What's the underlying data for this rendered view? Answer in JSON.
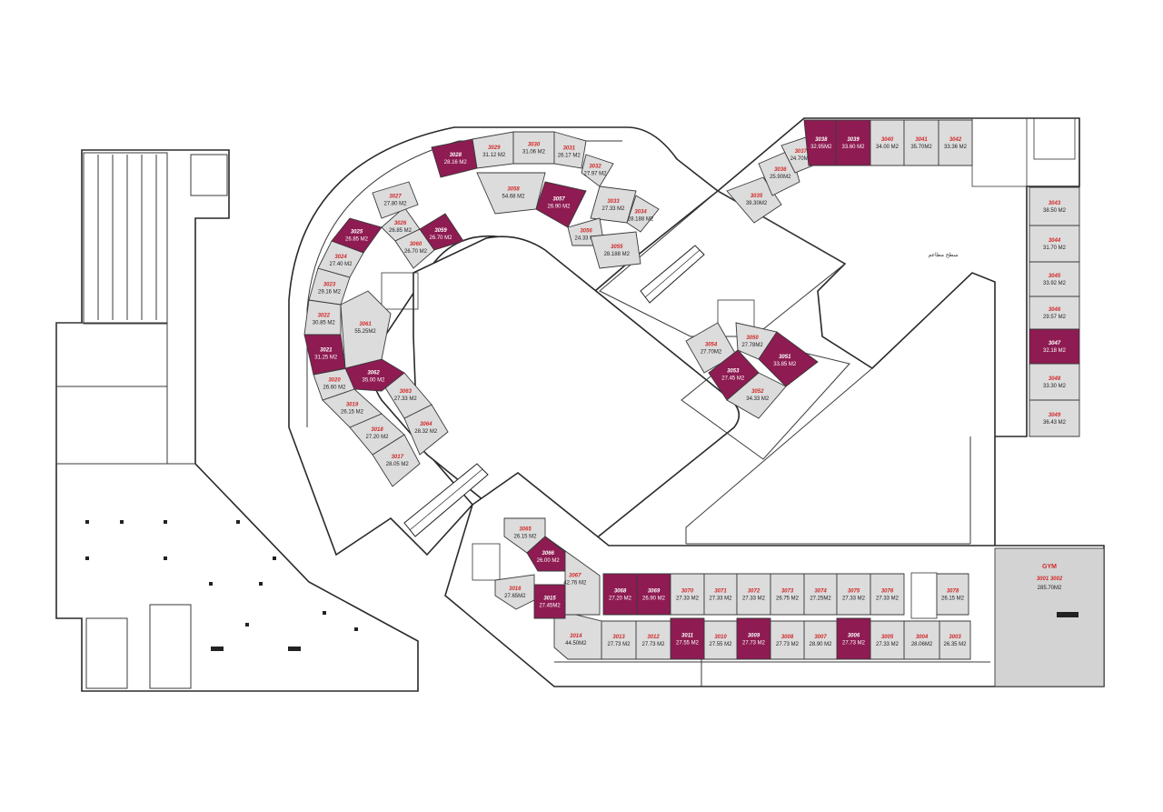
{
  "plan": {
    "colors": {
      "sold": "#8e1b52",
      "available": "#dcdcdc",
      "gym": "#d3d3d3"
    },
    "gym": {
      "label": "GYM",
      "units": "3001 3002",
      "area": "285.70M2"
    },
    "terrace_label": "سطح مطاعم",
    "units": [
      {
        "n": "3003",
        "a": "26.35 M2",
        "s": false
      },
      {
        "n": "3004",
        "a": "28.06M2",
        "s": false
      },
      {
        "n": "3005",
        "a": "27.33 M2",
        "s": false
      },
      {
        "n": "3006",
        "a": "27.73 M2",
        "s": true
      },
      {
        "n": "3007",
        "a": "28.90 M2",
        "s": false
      },
      {
        "n": "3008",
        "a": "27.73 M2",
        "s": false
      },
      {
        "n": "3009",
        "a": "27.73 M2",
        "s": true
      },
      {
        "n": "3010",
        "a": "27.55 M2",
        "s": false
      },
      {
        "n": "3011",
        "a": "27.55 M2",
        "s": true
      },
      {
        "n": "3012",
        "a": "27.73 M2",
        "s": false
      },
      {
        "n": "3013",
        "a": "27.73 M2",
        "s": false
      },
      {
        "n": "3014",
        "a": "44.50M2",
        "s": false
      },
      {
        "n": "3069",
        "a": "26.90 M2",
        "s": true
      },
      {
        "n": "3068",
        "a": "27.20 M2",
        "s": true
      },
      {
        "n": "3070",
        "a": "27.33 M2",
        "s": false
      },
      {
        "n": "3071",
        "a": "27.33 M2",
        "s": false
      },
      {
        "n": "3072",
        "a": "27.33 M2",
        "s": false
      },
      {
        "n": "3073",
        "a": "26.75 M2",
        "s": false
      },
      {
        "n": "3074",
        "a": "27.25M2",
        "s": false
      },
      {
        "n": "3075",
        "a": "27.33 M2",
        "s": false
      },
      {
        "n": "3076",
        "a": "27.33 M2",
        "s": false
      },
      {
        "n": "3078",
        "a": "26.15 M2",
        "s": false
      },
      {
        "n": "3065",
        "a": "26.15 M2",
        "s": false
      },
      {
        "n": "3066",
        "a": "26.00 M2",
        "s": true
      },
      {
        "n": "3067",
        "a": "42.76 M2",
        "s": false
      },
      {
        "n": "3016",
        "a": "27.65M2",
        "s": false
      },
      {
        "n": "3015",
        "a": "27.45M2",
        "s": true
      },
      {
        "n": "3017",
        "a": "28.05 M2",
        "s": false
      },
      {
        "n": "3018",
        "a": "27.20 M2",
        "s": false
      },
      {
        "n": "3064",
        "a": "28.32 M2",
        "s": false
      },
      {
        "n": "3019",
        "a": "26.15 M2",
        "s": false
      },
      {
        "n": "3063",
        "a": "27.33 M2",
        "s": false
      },
      {
        "n": "3020",
        "a": "26.60 M2",
        "s": false
      },
      {
        "n": "3062",
        "a": "35.00 M2",
        "s": true
      },
      {
        "n": "3021",
        "a": "31.25 M2",
        "s": true
      },
      {
        "n": "3022",
        "a": "30.85 M2",
        "s": false
      },
      {
        "n": "3061",
        "a": "55.25M2",
        "s": false
      },
      {
        "n": "3023",
        "a": "29.16 M2",
        "s": false
      },
      {
        "n": "3024",
        "a": "27.40 M2",
        "s": false
      },
      {
        "n": "3025",
        "a": "26.85 M2",
        "s": true
      },
      {
        "n": "3026",
        "a": "26.85 M2",
        "s": false
      },
      {
        "n": "3060",
        "a": "26.70 M2",
        "s": false
      },
      {
        "n": "3059",
        "a": "26.70 M2",
        "s": true
      },
      {
        "n": "3027",
        "a": "27.80 M2",
        "s": false
      },
      {
        "n": "3028",
        "a": "28.16 M2",
        "s": true
      },
      {
        "n": "3029",
        "a": "31.12 M2",
        "s": false
      },
      {
        "n": "3030",
        "a": "31.06 M2",
        "s": false
      },
      {
        "n": "3031",
        "a": "26.17 M2",
        "s": false
      },
      {
        "n": "3032",
        "a": "27.97 M2",
        "s": false
      },
      {
        "n": "3058",
        "a": "54.68 M2",
        "s": false
      },
      {
        "n": "3057",
        "a": "26.90 M2",
        "s": true
      },
      {
        "n": "3033",
        "a": "27.33 M2",
        "s": false
      },
      {
        "n": "3034",
        "a": "28.188 M2",
        "s": false
      },
      {
        "n": "3056",
        "a": "24.33 M2",
        "s": false
      },
      {
        "n": "3055",
        "a": "28.188 M2",
        "s": false
      },
      {
        "n": "3035",
        "a": "39.30M2",
        "s": false
      },
      {
        "n": "3036",
        "a": "25.90M2",
        "s": false
      },
      {
        "n": "3037",
        "a": "24.70M2",
        "s": false
      },
      {
        "n": "3038",
        "a": "32.95M2",
        "s": true
      },
      {
        "n": "3039",
        "a": "33.60 M2",
        "s": true
      },
      {
        "n": "3040",
        "a": "34.00 M2",
        "s": false
      },
      {
        "n": "3041",
        "a": "35.70M2",
        "s": false
      },
      {
        "n": "3042",
        "a": "33.36 M2",
        "s": false
      },
      {
        "n": "3043",
        "a": "38.50 M2",
        "s": false
      },
      {
        "n": "3044",
        "a": "31.70 M2",
        "s": false
      },
      {
        "n": "3045",
        "a": "33.92 M2",
        "s": false
      },
      {
        "n": "3046",
        "a": "29.57 M2",
        "s": false
      },
      {
        "n": "3047",
        "a": "32.18 M2",
        "s": true
      },
      {
        "n": "3048",
        "a": "33.30 M2",
        "s": false
      },
      {
        "n": "3049",
        "a": "36.43 M2",
        "s": false
      },
      {
        "n": "3054",
        "a": "27.70M2",
        "s": false
      },
      {
        "n": "3050",
        "a": "27.78M2",
        "s": false
      },
      {
        "n": "3053",
        "a": "27.45 M2",
        "s": true
      },
      {
        "n": "3051",
        "a": "33.85 M2",
        "s": true
      },
      {
        "n": "3052",
        "a": "34.33 M2",
        "s": false
      }
    ]
  }
}
